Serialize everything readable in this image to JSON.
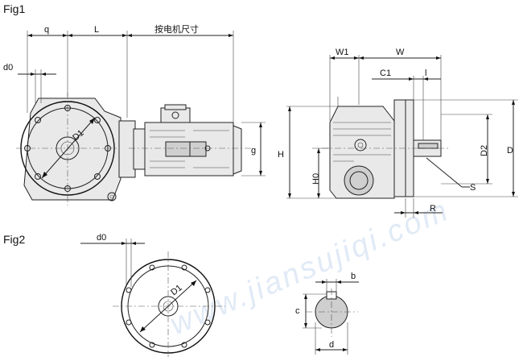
{
  "figures": {
    "fig1_label": "Fig1",
    "fig2_label": "Fig2"
  },
  "watermark": "www.jiansujiqi.com",
  "dimensions": {
    "q": "q",
    "L": "L",
    "motor_size": "按电机尺寸",
    "d0_fig1": "d0",
    "D1_fig1": "D1",
    "g": "g",
    "H": "H",
    "H0": "H0",
    "W1": "W1",
    "W": "W",
    "C1": "C1",
    "l": "l",
    "D2": "D2",
    "D": "D",
    "S": "S",
    "R": "R",
    "d0_fig2": "d0",
    "D1_fig2": "D1",
    "b": "b",
    "c": "c",
    "d": "d"
  }
}
